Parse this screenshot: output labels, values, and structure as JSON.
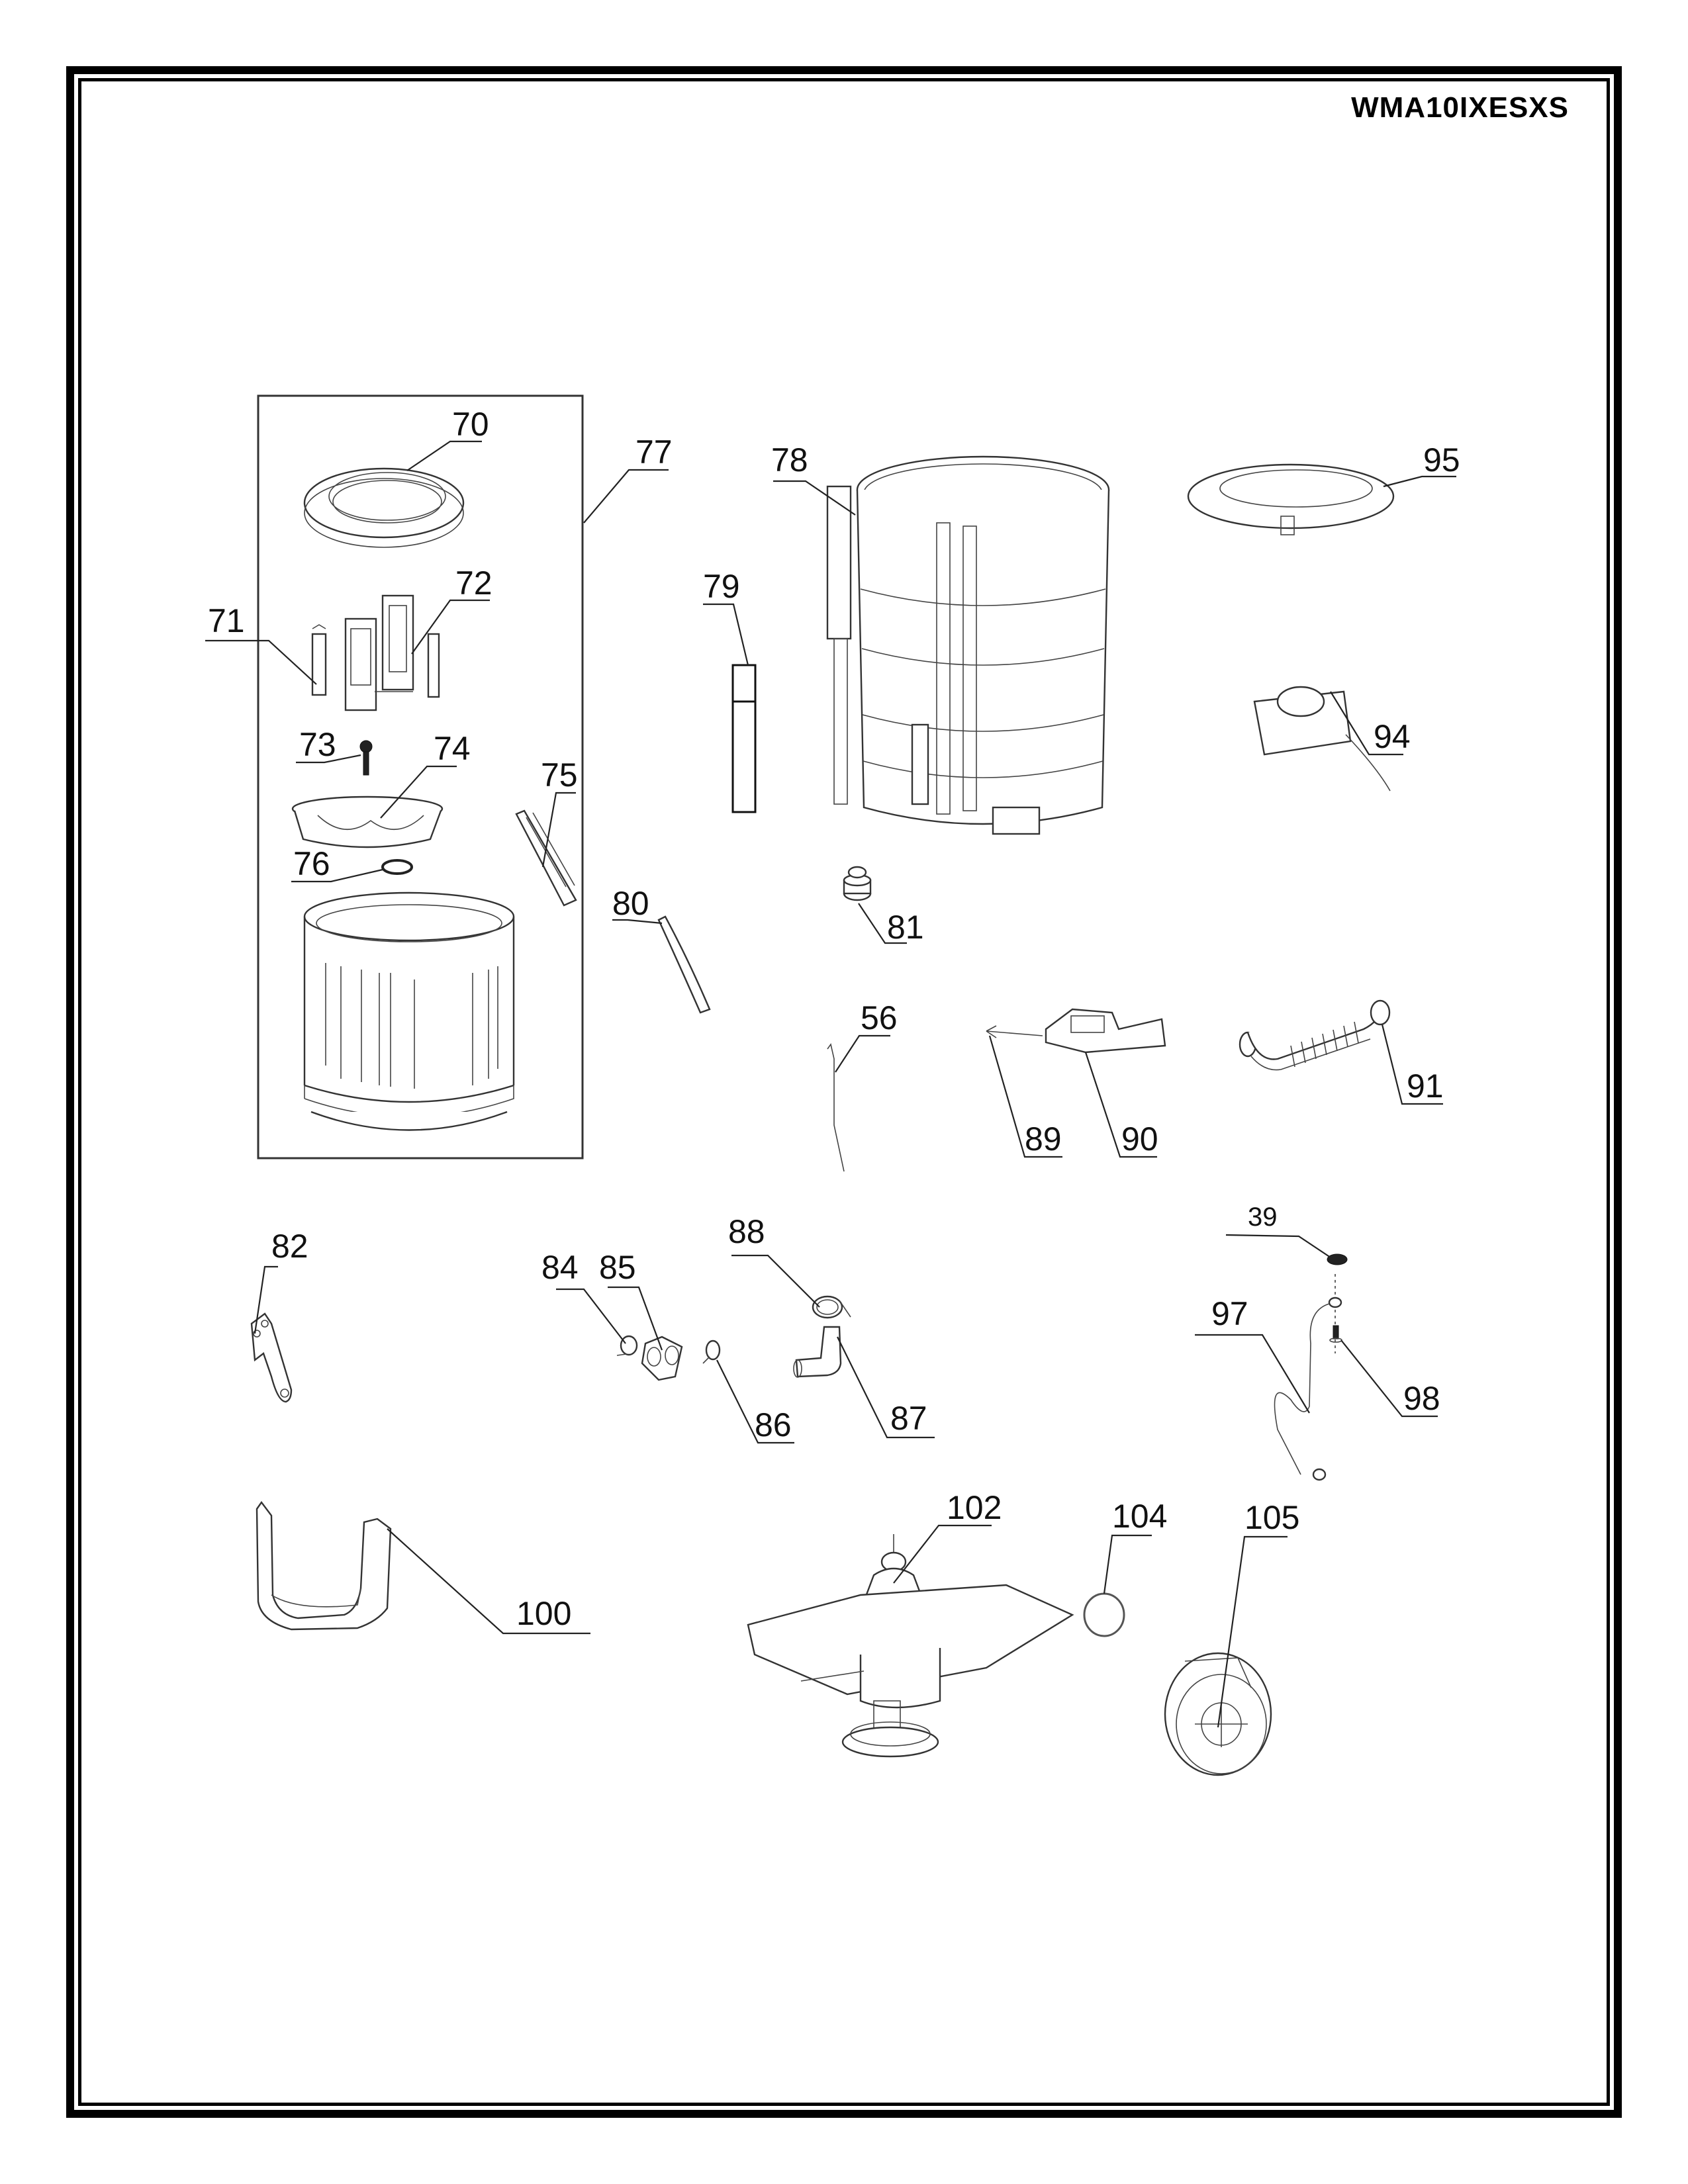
{
  "document": {
    "model": "WMA10IXESXS",
    "colors": {
      "ink": "#000000",
      "paper": "#ffffff"
    }
  },
  "parts": {
    "p39": "39",
    "p56": "56",
    "p70": "70",
    "p71": "71",
    "p72": "72",
    "p73": "73",
    "p74": "74",
    "p75": "75",
    "p76": "76",
    "p77": "77",
    "p78": "78",
    "p79": "79",
    "p80": "80",
    "p81": "81",
    "p82": "82",
    "p84": "84",
    "p85": "85",
    "p86": "86",
    "p87": "87",
    "p88": "88",
    "p89": "89",
    "p90": "90",
    "p91": "91",
    "p94": "94",
    "p95": "95",
    "p97": "97",
    "p98": "98",
    "p100": "100",
    "p102": "102",
    "p104": "104",
    "p105": "105"
  }
}
